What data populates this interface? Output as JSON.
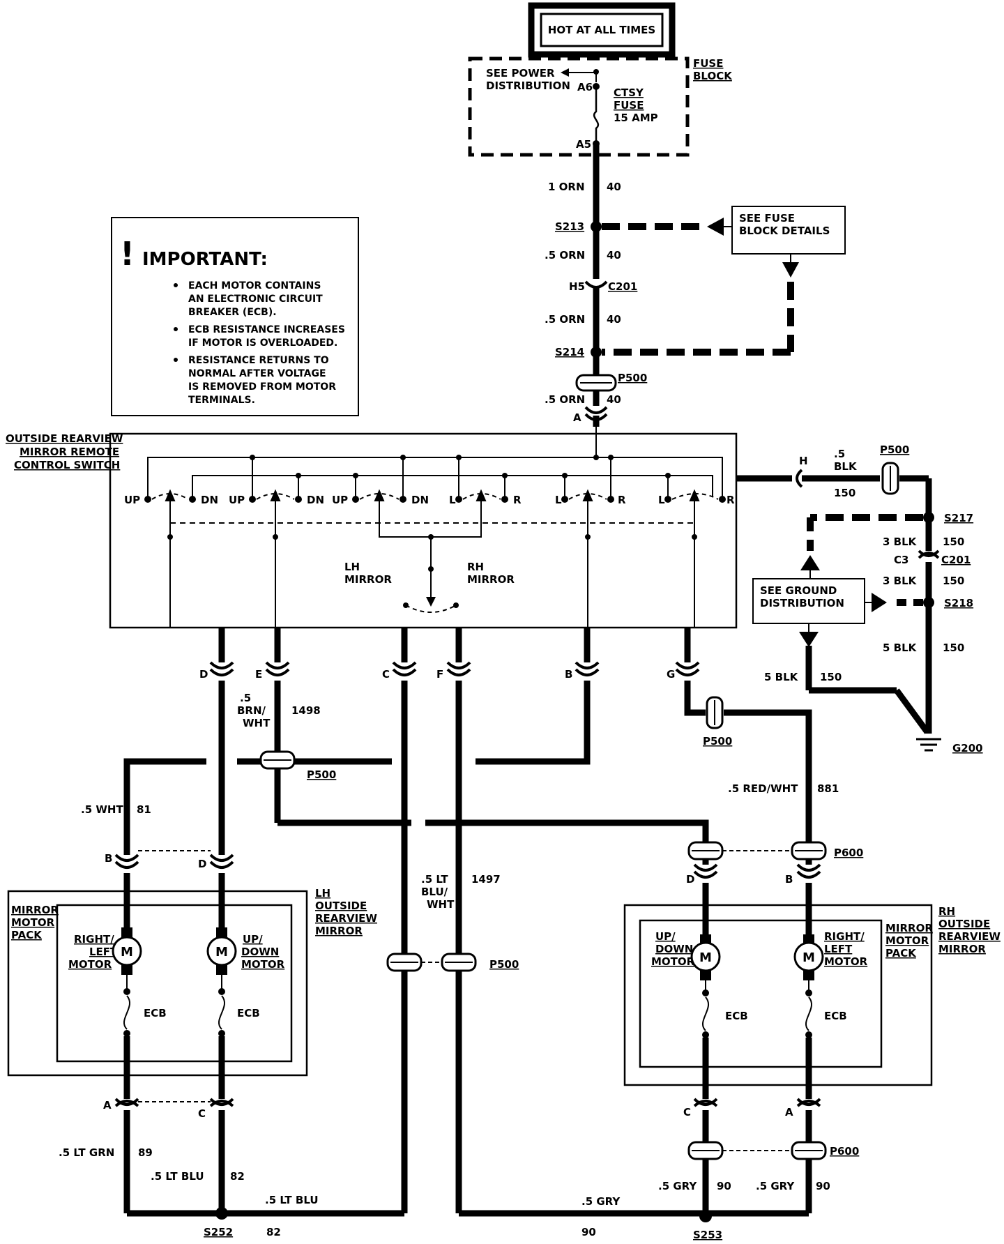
{
  "power": {
    "hot_label": "HOT AT ALL TIMES"
  },
  "fuse_block": {
    "title_1": "FUSE",
    "title_2": "BLOCK",
    "see_power_1": "SEE POWER",
    "see_power_2": "DISTRIBUTION",
    "pin_top": "A6",
    "pin_bottom": "A5",
    "fuse_1": "CTSY",
    "fuse_2": "FUSE",
    "fuse_3": "15 AMP"
  },
  "feed": {
    "w1_gauge": "1 ORN",
    "w1_circuit": "40",
    "splice_1": "S213",
    "w2_gauge": ".5 ORN",
    "w2_circuit": "40",
    "conn_pin": "H5",
    "conn": "C201",
    "w3_gauge": ".5 ORN",
    "w3_circuit": "40",
    "splice_2": "S214",
    "p500": "P500",
    "w4_gauge": ".5 ORN",
    "w4_circuit": "40",
    "pin_a": "A",
    "fuse_details_1": "SEE FUSE",
    "fuse_details_2": "BLOCK DETAILS"
  },
  "important": {
    "bang": "!",
    "title": "IMPORTANT:",
    "b1": [
      "EACH MOTOR CONTAINS",
      "AN ELECTRONIC CIRCUIT",
      "BREAKER (ECB)."
    ],
    "b2": [
      "ECB RESISTANCE INCREASES",
      "IF MOTOR IS OVERLOADED."
    ],
    "b3": [
      "RESISTANCE RETURNS TO",
      "NORMAL AFTER VOLTAGE",
      "IS REMOVED FROM MOTOR",
      "TERMINALS."
    ]
  },
  "switch": {
    "title": [
      "OUTSIDE REARVIEW",
      "MIRROR REMOTE",
      "CONTROL SWITCH"
    ],
    "contacts": [
      "UP",
      "DN",
      "UP",
      "DN",
      "UP",
      "DN",
      "L",
      "R",
      "L",
      "R",
      "L",
      "R"
    ],
    "lh_mirror": [
      "LH",
      "MIRROR"
    ],
    "rh_mirror": [
      "RH",
      "MIRROR"
    ],
    "pins": [
      "D",
      "E",
      "C",
      "F",
      "B",
      "G"
    ]
  },
  "ground": {
    "pin_h": "H",
    "gauge_1": ".5",
    "gauge_1b": "BLK",
    "circuit_1": "150",
    "p500": "P500",
    "splice_1": "S217",
    "gauge_2": "3 BLK",
    "circuit_2": "150",
    "conn_pin": "C3",
    "conn": "C201",
    "gauge_3": "3 BLK",
    "circuit_3": "150",
    "splice_2": "S218",
    "gauge_4": "5 BLK",
    "circuit_4": "150",
    "gauge_5": "5 BLK",
    "circuit_5": "150",
    "ground": "G200",
    "see_ground_1": "SEE GROUND",
    "see_ground_2": "DISTRIBUTION"
  },
  "wires": {
    "e_gauge": [
      ".5",
      "BRN/",
      "WHT"
    ],
    "e_circuit": "1498",
    "p500_e": "P500",
    "lh_wht_gauge": ".5 WHT",
    "lh_wht_circuit": "81",
    "blu_wht_gauge": [
      ".5 LT",
      "BLU/",
      "WHT"
    ],
    "blu_wht_circuit": "1497",
    "p500_mid": "P500",
    "red_wht_gauge": ".5 RED/WHT",
    "red_wht_circuit": "881",
    "p500_g": "P500",
    "p600_top": "P600",
    "p600_bottom": "P600"
  },
  "lh_mirror": {
    "title": [
      "LH",
      "OUTSIDE",
      "REARVIEW",
      "MIRROR"
    ],
    "pack": [
      "MIRROR",
      "MOTOR",
      "PACK"
    ],
    "motor_1": [
      "RIGHT/",
      "LEFT",
      "MOTOR"
    ],
    "motor_2": [
      "UP/",
      "DOWN",
      "MOTOR"
    ],
    "m": "M",
    "ecb": "ECB",
    "pin_top_1": "B",
    "pin_top_2": "D",
    "pin_bot_1": "A",
    "pin_bot_2": "C"
  },
  "rh_mirror": {
    "title": [
      "RH",
      "OUTSIDE",
      "REARVIEW",
      "MIRROR"
    ],
    "pack": [
      "MIRROR",
      "MOTOR",
      "PACK"
    ],
    "motor_1": [
      "UP/",
      "DOWN",
      "MOTOR"
    ],
    "motor_2": [
      "RIGHT/",
      "LEFT",
      "MOTOR"
    ],
    "m": "M",
    "ecb": "ECB",
    "pin_top_1": "D",
    "pin_top_2": "B",
    "pin_bot_1": "C",
    "pin_bot_2": "A"
  },
  "bottom": {
    "lt_grn_gauge": ".5 LT GRN",
    "lt_grn_circuit": "89",
    "lt_blu_gauge": ".5 LT BLU",
    "lt_blu_circuit": "82",
    "lt_blu2_gauge": ".5 LT BLU",
    "s252": "S252",
    "s252_circuit": "82",
    "gry_gauge_mid": ".5 GRY",
    "gry_circuit_mid": "90",
    "gry_1_gauge": ".5 GRY",
    "gry_1_circuit": "90",
    "gry_2_gauge": ".5 GRY",
    "gry_2_circuit": "90",
    "s253": "S253"
  }
}
